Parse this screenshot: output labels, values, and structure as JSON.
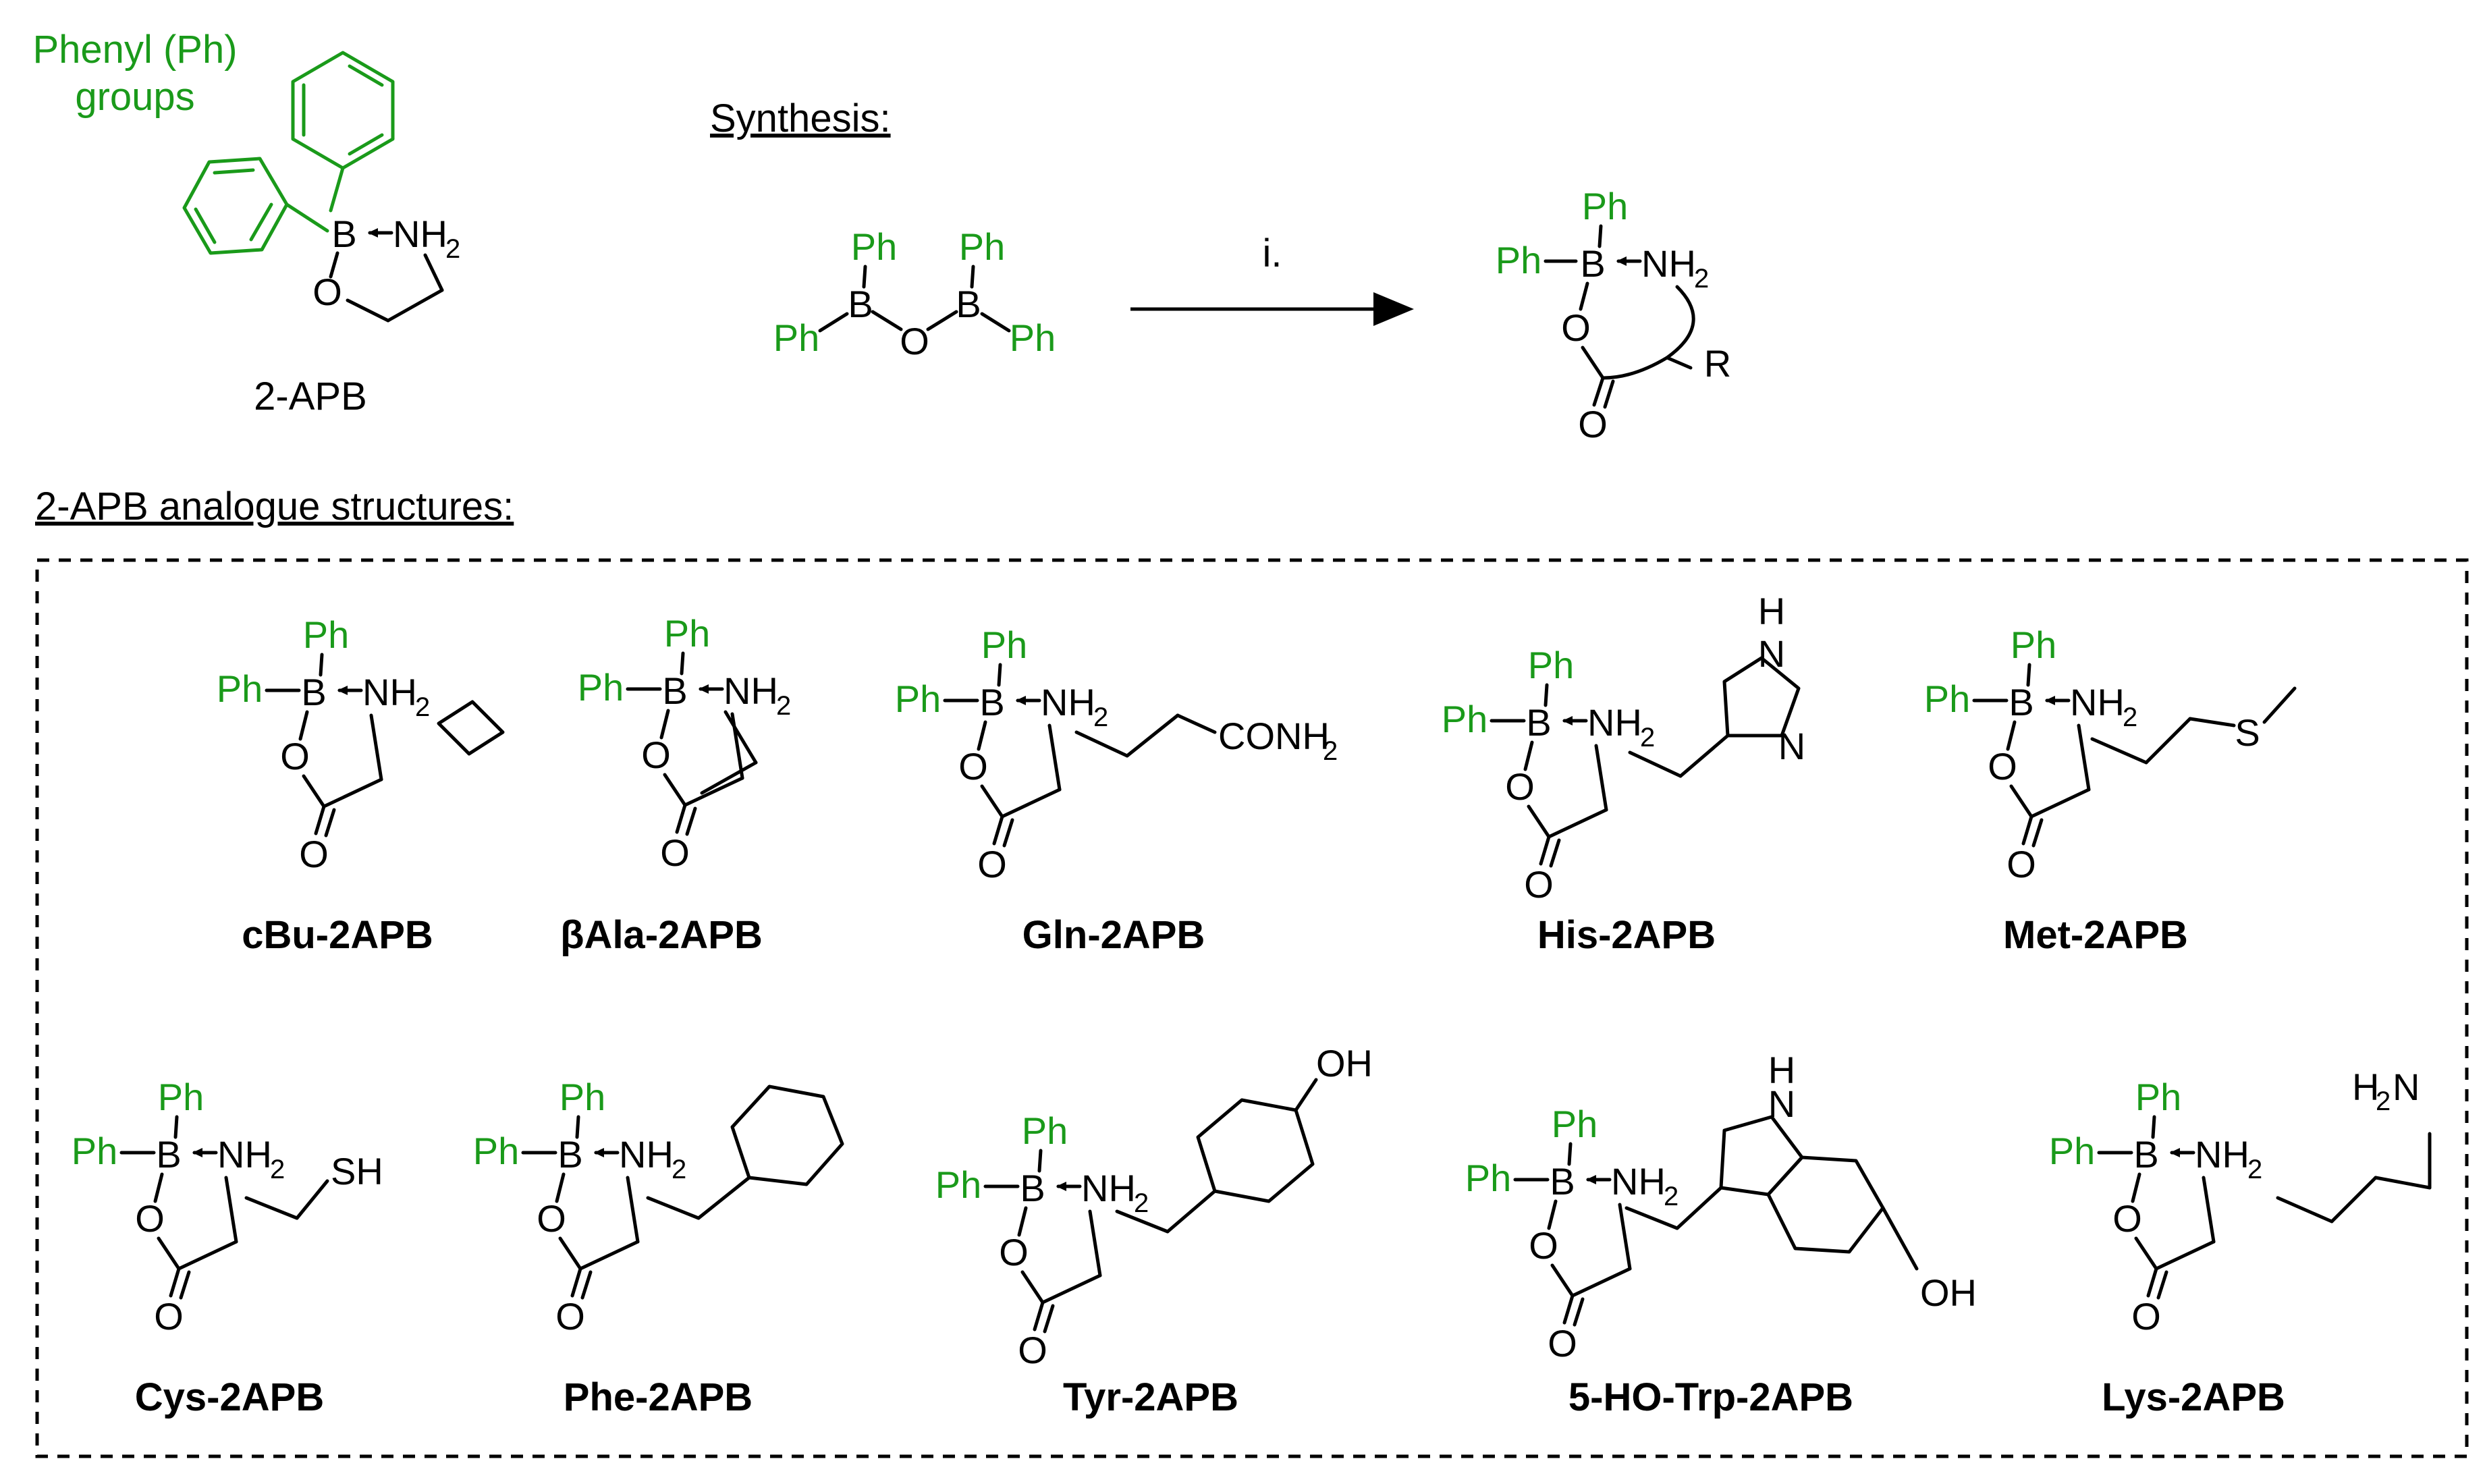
{
  "labels": {
    "phenyl_groups_line1": "Phenyl (Ph)",
    "phenyl_groups_line2": "groups",
    "two_apb": "2-APB",
    "synthesis": "Synthesis:",
    "reagent": "i.",
    "analogues_header": "2-APB analogue structures:",
    "atom_ph": "Ph",
    "atom_b": "B",
    "atom_o": "O",
    "atom_n": "N",
    "atom_h": "H",
    "atom_s": "S",
    "atom_r": "R",
    "nh2": "NH",
    "h2n": "H",
    "sub_2": "2",
    "sh": "SH",
    "oh": "OH",
    "conh2": "CONH"
  },
  "compounds": [
    {
      "name": "cBu-2APB"
    },
    {
      "name": "βAla-2APB"
    },
    {
      "name": "Gln-2APB"
    },
    {
      "name": "His-2APB"
    },
    {
      "name": "Met-2APB"
    },
    {
      "name": "Cys-2APB"
    },
    {
      "name": "Phe-2APB"
    },
    {
      "name": "Tyr-2APB"
    },
    {
      "name": "5-HO-Trp-2APB"
    },
    {
      "name": "Lys-2APB"
    }
  ],
  "colors": {
    "green": "#1a9a1a",
    "black": "#000000"
  }
}
